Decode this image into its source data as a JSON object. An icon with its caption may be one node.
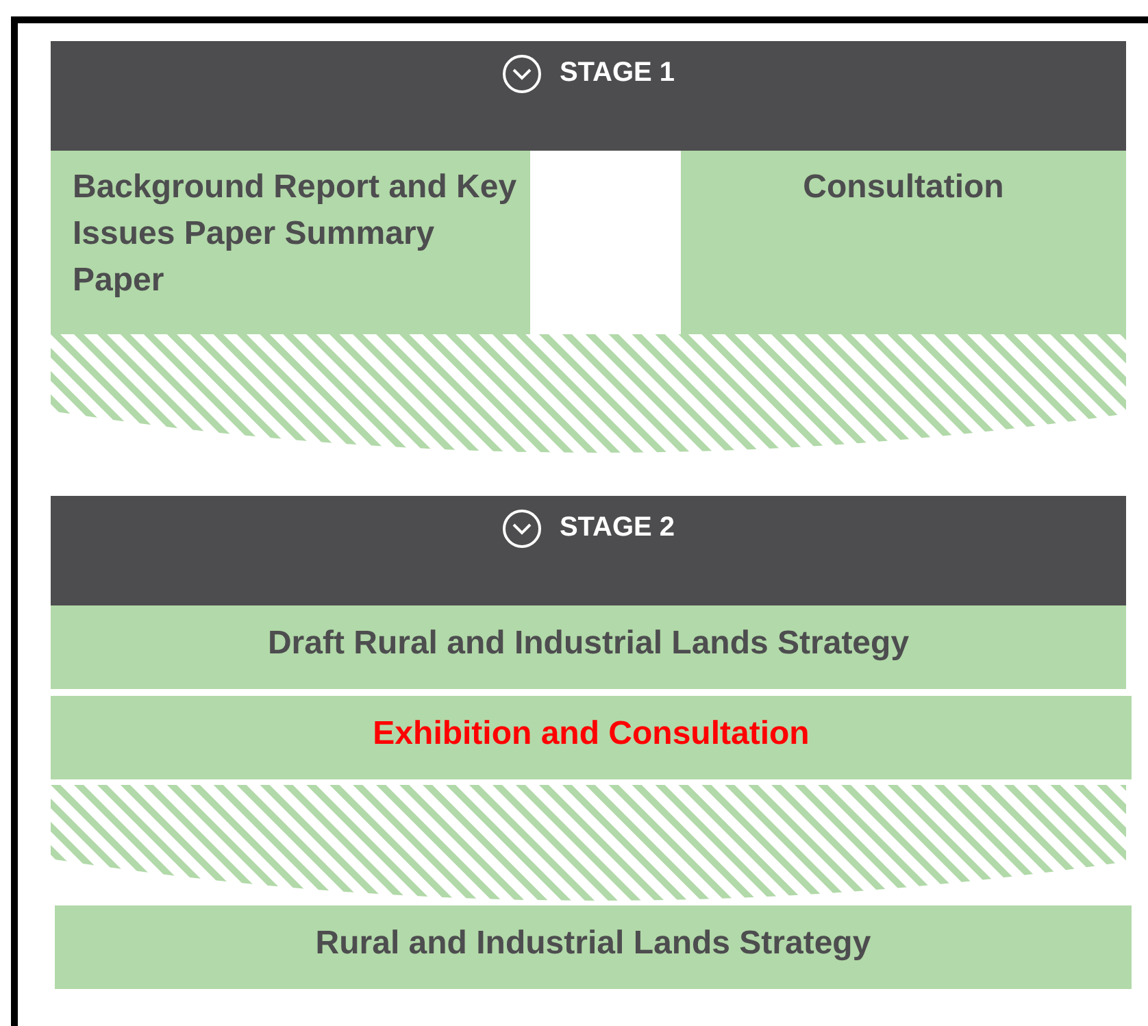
{
  "diagram": {
    "nodes": [
      {
        "text": [
          "STAGE 1"
        ]
      },
      {
        "text": [
          "Background Report and Key Issues Paper Summary Paper"
        ]
      },
      {
        "text": [
          "Consultation"
        ]
      },
      {
        "text": [],
        "shape": "band"
      },
      {
        "text": [
          "STAGE 2"
        ]
      },
      {
        "text": [
          "Draft Rural and Industrial Lands Strategy"
        ]
      },
      {
        "text": [
          "Exhibition and Consultation"
        ]
      },
      {
        "text": [],
        "shape": "band"
      },
      {
        "text": [
          "Rural and Industrial Lands Strategy"
        ]
      }
    ]
  }
}
